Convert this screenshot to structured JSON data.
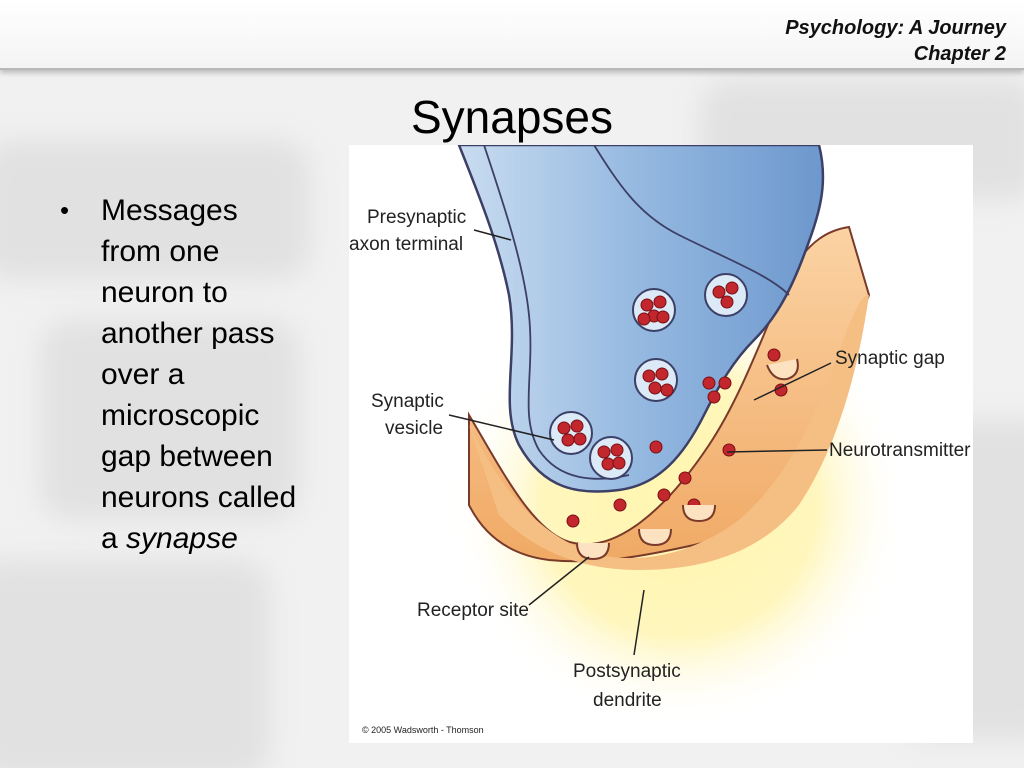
{
  "header": {
    "line1": "Psychology: A Journey",
    "line2": "Chapter 2"
  },
  "title": "Synapses",
  "bullet": {
    "text": "Messages from one neuron to another pass over a microscopic gap between neurons called a",
    "emphasis": "synapse"
  },
  "figure": {
    "labels": {
      "presynaptic_1": "Presynaptic",
      "presynaptic_2": "axon terminal",
      "vesicle_1": "Synaptic",
      "vesicle_2": "vesicle",
      "gap": "Synaptic gap",
      "neurotransmitter": "Neurotransmitter",
      "receptor": "Receptor site",
      "postsynaptic_1": "Postsynaptic",
      "postsynaptic_2": "dendrite"
    },
    "copyright": "© 2005 Wadsworth - Thomson",
    "colors": {
      "terminal_fill": "#8eb3de",
      "dendrite_fill": "#f5bf84",
      "neurotransmitter": "#c1272d",
      "glow": "#fff3a0"
    }
  }
}
